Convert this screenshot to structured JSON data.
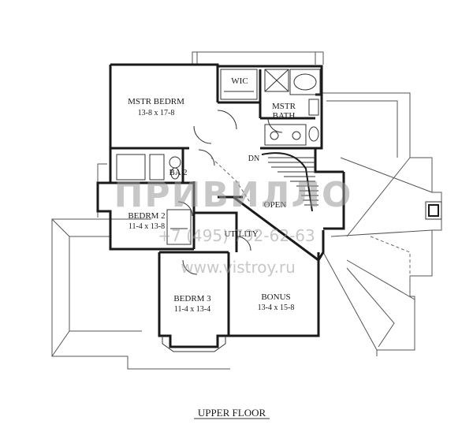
{
  "plan": {
    "caption": "UPPER FLOOR",
    "rooms": {
      "master_bedroom": {
        "name": "MSTR BEDRM",
        "size": "13-8 x 17-8"
      },
      "wic": {
        "name": "WIC"
      },
      "master_bath": {
        "name_line1": "MSTR",
        "name_line2": "BATH"
      },
      "bath2": {
        "name": "BA 2"
      },
      "bedroom2": {
        "name": "BEDRM 2",
        "size": "11-4 x 13-8"
      },
      "bedroom3": {
        "name": "BEDRM 3",
        "size": "11-4 x 13-4"
      },
      "bonus": {
        "name": "BONUS",
        "size": "13-4 x 15-8"
      },
      "open": {
        "name": "OPEN"
      },
      "utility": {
        "name": "UTILITY"
      },
      "stair_down": {
        "name": "DN"
      }
    }
  },
  "watermark": {
    "brand": "ПРИВИЛЛО",
    "phone": "+7 (495) 792-62-63",
    "site": "www.vistroy.ru"
  }
}
